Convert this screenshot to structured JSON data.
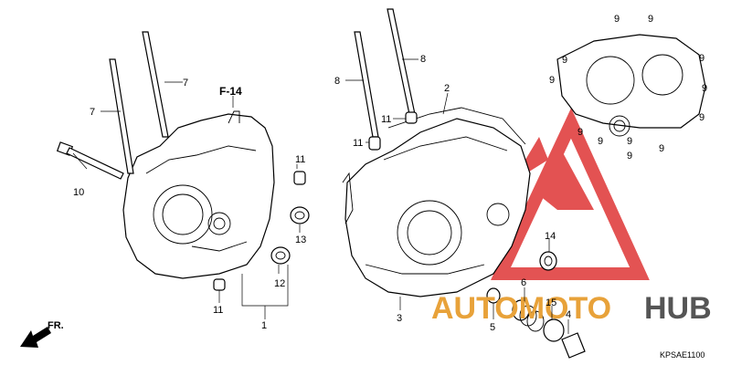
{
  "diagram": {
    "reference": "F-14",
    "direction_label": "FR.",
    "diagram_code": "KPSAE1100",
    "callouts": {
      "c1": "1",
      "c2": "2",
      "c3": "3",
      "c4": "4",
      "c5": "5",
      "c6": "6",
      "c7a": "7",
      "c7b": "7",
      "c8a": "8",
      "c8b": "8",
      "c9": [
        "9",
        "9",
        "9",
        "9",
        "9",
        "9",
        "9",
        "9",
        "9",
        "9",
        "9",
        "9"
      ],
      "c10": "10",
      "c11a": "11",
      "c11b": "11",
      "c11c": "11",
      "c11d": "11",
      "c12": "12",
      "c13": "13",
      "c14": "14",
      "c15": "15"
    }
  },
  "watermark": {
    "brand_left": "AUTOMOTO",
    "brand_right": "HUB",
    "brand_color": "#e8a23a",
    "logo_color": "#d93030",
    "hub_color": "#555555"
  }
}
